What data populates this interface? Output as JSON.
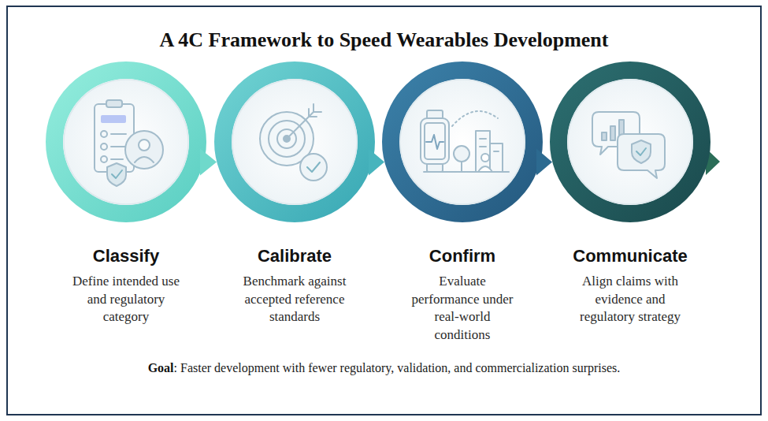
{
  "diagram": {
    "title": "A 4C Framework to Speed Wearables Development",
    "nodes": [
      {
        "text": [
          "Classify",
          "Define intended use and regulatory category"
        ]
      },
      {
        "text": [
          "Calibrate",
          "Benchmark against accepted reference standards"
        ]
      },
      {
        "text": [
          "Confirm",
          "Evaluate performance under real-world conditions"
        ]
      },
      {
        "text": [
          "Communicate",
          "Align claims with evidence and regulatory strategy"
        ]
      }
    ],
    "edges": [
      {
        "from": 0,
        "to": 1,
        "arrow": "to"
      },
      {
        "from": 1,
        "to": 2,
        "arrow": "to"
      },
      {
        "from": 2,
        "to": 3,
        "arrow": "to"
      }
    ],
    "labels": [
      "Goal",
      ": Faster development with fewer regulatory, validation, and commercialization surprises."
    ]
  }
}
